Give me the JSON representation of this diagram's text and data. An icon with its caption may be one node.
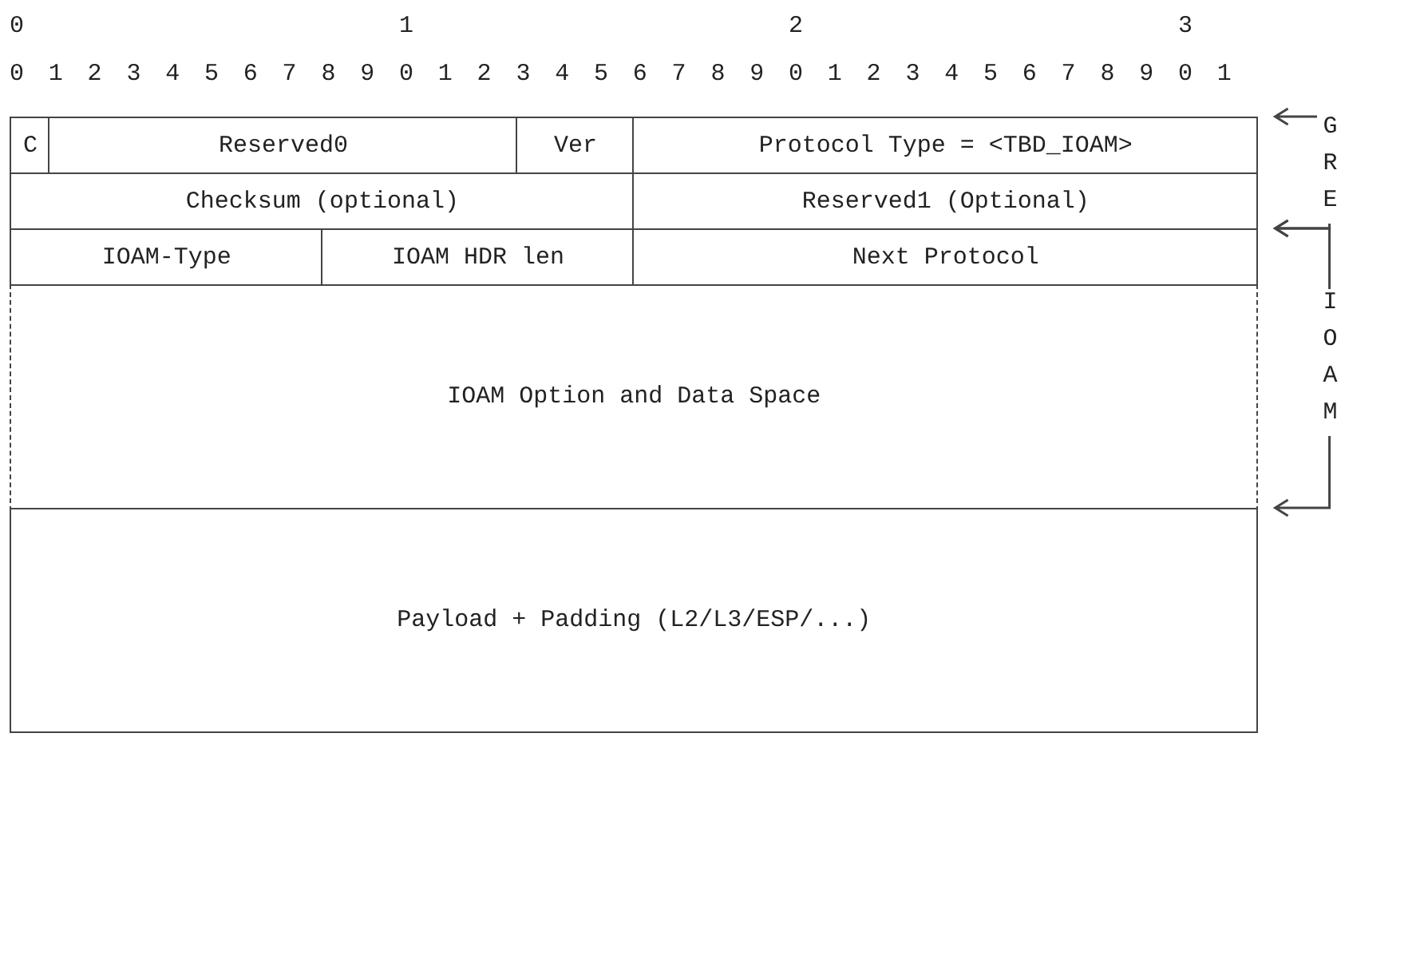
{
  "diagram": {
    "nodes": [
      {
        "text": [
          "C"
        ]
      },
      {
        "text": [
          "Reserved0"
        ]
      },
      {
        "text": [
          "Ver"
        ]
      },
      {
        "text": [
          "Protocol Type = <TBD_IOAM>"
        ]
      },
      {
        "text": [
          "Checksum (optional)"
        ]
      },
      {
        "text": [
          "Reserved1 (Optional)"
        ]
      },
      {
        "text": [
          "IOAM-Type"
        ]
      },
      {
        "text": [
          "IOAM HDR len"
        ]
      },
      {
        "text": [
          "Next Protocol"
        ]
      },
      {
        "text": [
          "IOAM Option and Data Space"
        ]
      },
      {
        "text": [
          "Payload + Padding (L2/L3/ESP/...)"
        ]
      }
    ],
    "labels": [
      "0",
      "1",
      "2",
      "3",
      "0",
      "1",
      "2",
      "3",
      "4",
      "5",
      "6",
      "7",
      "8",
      "9",
      "0",
      "1",
      "2",
      "3",
      "4",
      "5",
      "6",
      "7",
      "8",
      "9",
      "0",
      "1",
      "2",
      "3",
      "4",
      "5",
      "6",
      "7",
      "8",
      "9",
      "0",
      "1",
      "GRE",
      "IOAM"
    ]
  }
}
